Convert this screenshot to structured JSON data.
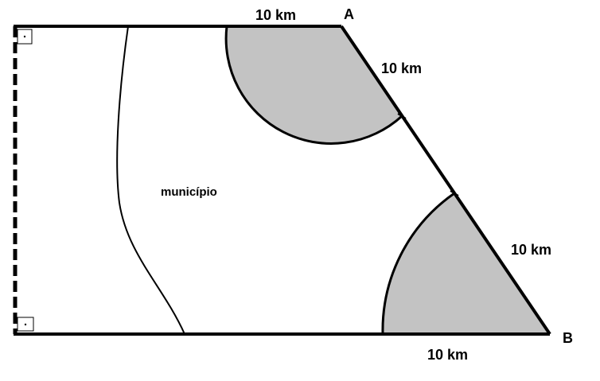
{
  "figure": {
    "labels": {
      "top_distance": "10 km",
      "vertex_a": "A",
      "upper_slant_distance": "10 km",
      "region_name": "município",
      "lower_slant_distance": "10 km",
      "vertex_b": "B",
      "bottom_distance": "10 km"
    },
    "colors": {
      "outline": "#000000",
      "shaded_region": "#c3c3c3",
      "background": "#ffffff"
    }
  }
}
